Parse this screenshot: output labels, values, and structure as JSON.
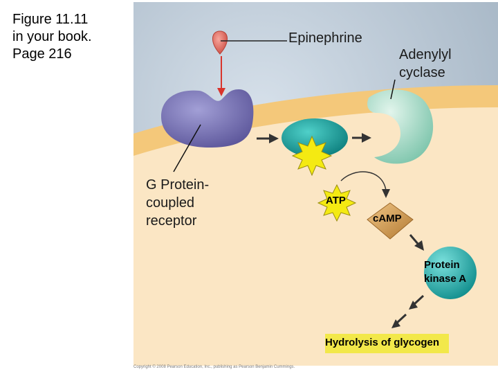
{
  "figure_note": "Figure 11.11\nin your book.\nPage 216",
  "labels": {
    "epinephrine": "Epinephrine",
    "adenylyl_cyclase": "Adenylyl\ncyclase",
    "g_protein_receptor": "G Protein-\ncoupled\nreceptor",
    "atp": "ATP",
    "camp": "cAMP",
    "protein_kinase_a": "Protein\nkinase A",
    "hydrolysis": "Hydrolysis of glycogen"
  },
  "copyright": "Copyright © 2008 Pearson Education, Inc., publishing as Pearson Benjamin Cummings.",
  "colors": {
    "outside_bg": "#b9c6d2",
    "membrane": "#f7cf83",
    "cytoplasm": "#fbe8c8",
    "receptor": "#7d78b8",
    "g_protein": "#1ea39f",
    "enzyme": "#a9dcc8",
    "kinase": "#2fb3b1",
    "camp": "#d9a35c",
    "star": "#f4ea12",
    "hormone": "#e2685f",
    "highlight": "#f2e84a"
  }
}
